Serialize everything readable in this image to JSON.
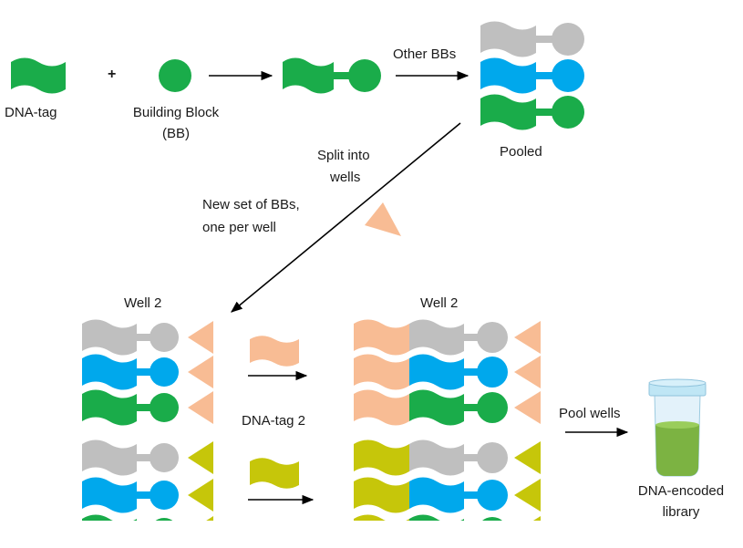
{
  "labels": {
    "dna_tag": "DNA-tag",
    "plus": "+",
    "building_block_line1": "Building Block",
    "building_block_line2": "(BB)",
    "other_bbs": "Other BBs",
    "pooled": "Pooled",
    "split_line1": "Split into",
    "split_line2": "wells",
    "new_set_line1": "New set of BBs,",
    "new_set_line2": "one per well",
    "well_left": "Well 2",
    "well_right": "Well 2",
    "dna_tag_2": "DNA-tag 2",
    "pool_wells": "Pool wells",
    "library_line1": "DNA-encoded",
    "library_line2": "library"
  },
  "colors": {
    "green": "#1aac4a",
    "blue": "#00a8ec",
    "gray": "#bfbfbf",
    "peach": "#f8bc94",
    "olive": "#c6c60a",
    "tube_cap": "#bfe6f5",
    "tube_glass": "#e3f2fa",
    "tube_liquid": "#7cb342",
    "arrow": "#000000"
  },
  "icons": {
    "dna_tag": "wavy-rectangle-icon",
    "building_block": "circle-icon",
    "new_bb": "triangle-icon",
    "tube": "vial-icon"
  }
}
